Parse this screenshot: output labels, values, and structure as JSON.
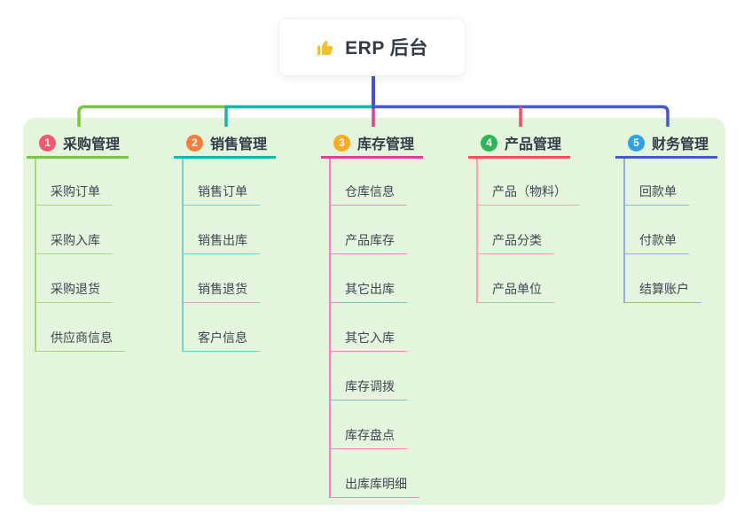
{
  "root": {
    "title": "ERP 后台",
    "icon": "thumbs-up-icon",
    "icon_color": "#f5c02c",
    "line_color": "#4453c9"
  },
  "canvas": {
    "panel_color": "#e4f5de",
    "page_background": "#ffffff",
    "title_text_color": "#313b46",
    "child_text_color": "#3e4751"
  },
  "branches": [
    {
      "index": "1",
      "title": "采购管理",
      "badge_color": "#f2586f",
      "line_color": "#7cc244",
      "child_line_color": "#a9d87f",
      "children": [
        "采购订单",
        "采购入库",
        "采购退货",
        "供应商信息"
      ]
    },
    {
      "index": "2",
      "title": "销售管理",
      "badge_color": "#f67d3c",
      "line_color": "#14b8ab",
      "child_line_color": "#72d4c9",
      "children": [
        "销售订单",
        "销售出库",
        "销售退货",
        "客户信息"
      ]
    },
    {
      "index": "3",
      "title": "库存管理",
      "badge_color": "#fbab1f",
      "line_color": "#df3f96",
      "child_line_color": "#ef86c1",
      "children": [
        "仓库信息",
        "产品库存",
        "其它出库",
        "其它入库",
        "库存调拨",
        "库存盘点",
        "出库库明细"
      ]
    },
    {
      "index": "4",
      "title": "产品管理",
      "badge_color": "#31b457",
      "line_color": "#fa4f58",
      "child_line_color": "#fba3a7",
      "children": [
        "产品（物料）",
        "产品分类",
        "产品单位"
      ]
    },
    {
      "index": "5",
      "title": "财务管理",
      "badge_color": "#31a0e6",
      "line_color": "#4557d2",
      "child_line_color": "#97abe9",
      "children": [
        "回款单",
        "付款单",
        "结算账户"
      ]
    }
  ]
}
